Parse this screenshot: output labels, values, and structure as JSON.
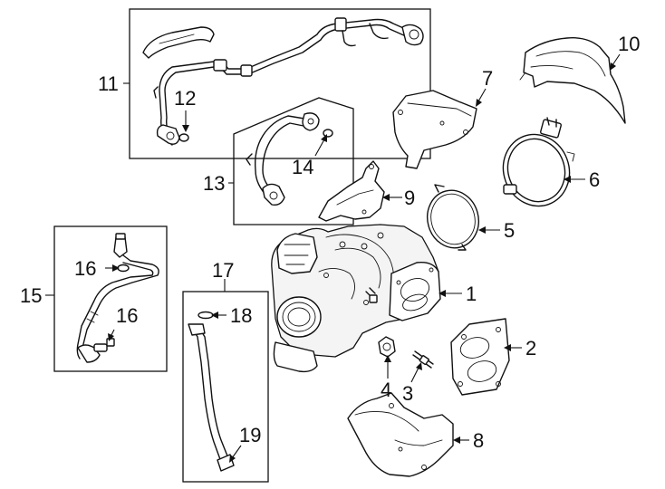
{
  "callouts": {
    "c1": "1",
    "c2": "2",
    "c3": "3",
    "c4": "4",
    "c5": "5",
    "c6": "6",
    "c7": "7",
    "c8": "8",
    "c9": "9",
    "c10": "10",
    "c11": "11",
    "c12": "12",
    "c13": "13",
    "c14": "14",
    "c15": "15",
    "c16a": "16",
    "c16b": "16",
    "c17": "17",
    "c18": "18",
    "c19": "19"
  }
}
